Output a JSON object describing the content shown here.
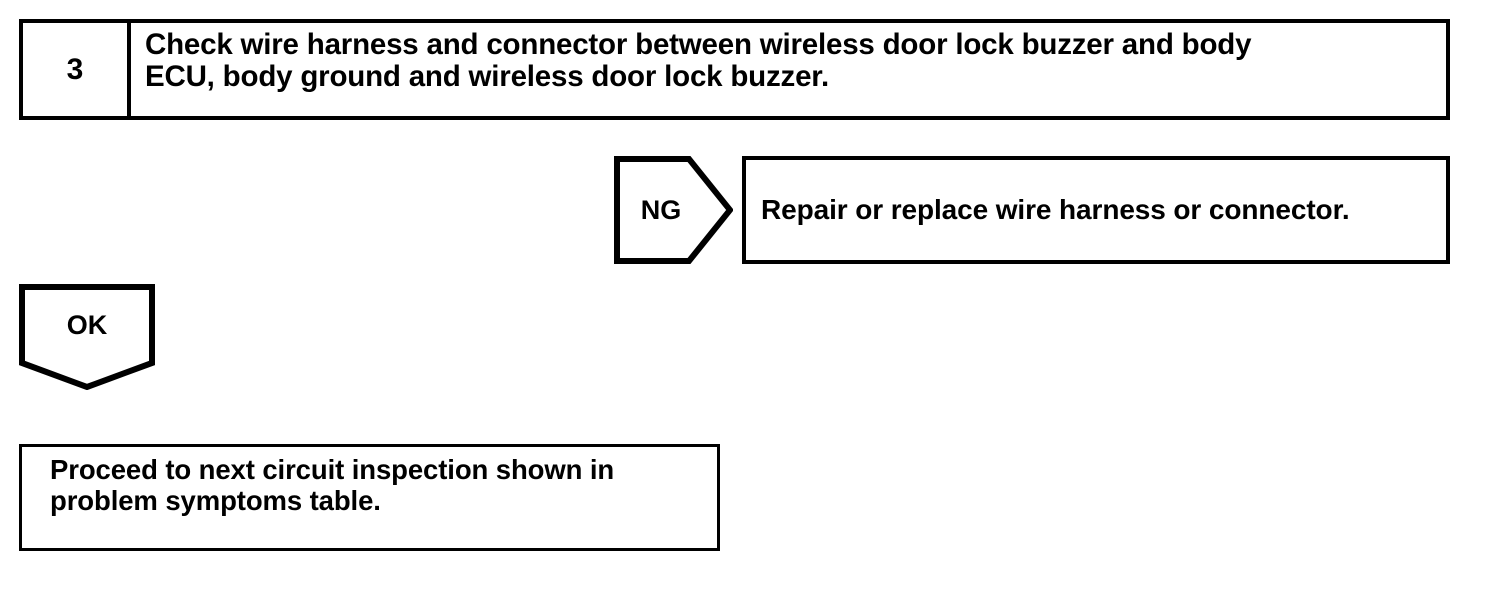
{
  "diagram": {
    "type": "troubleshooting-flowchart",
    "stroke_color": "#000000",
    "background_color": "#ffffff",
    "step": {
      "number": "3",
      "instruction": "Check wire harness and connector between wireless door lock buzzer and body\nECU, body ground and wireless door lock buzzer."
    },
    "branches": [
      {
        "result": "NG",
        "marker_shape": "right-pointing-pentagon",
        "outcome": "Repair or replace wire harness or connector."
      },
      {
        "result": "OK",
        "marker_shape": "down-pointing-pentagon",
        "outcome": "Proceed to next circuit inspection shown in\nproblem symptoms table."
      }
    ]
  }
}
